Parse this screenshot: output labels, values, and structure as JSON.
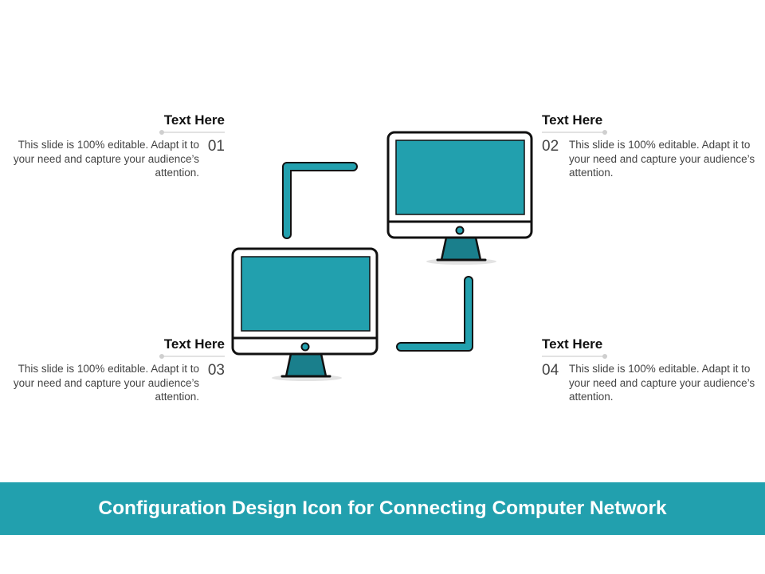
{
  "slide": {
    "title": "Configuration Design Icon for Connecting Computer Network"
  },
  "items": [
    {
      "number": "01",
      "heading": "Text Here",
      "text": "This slide is 100% editable. Adapt it to your need and capture your audience’s attention."
    },
    {
      "number": "02",
      "heading": "Text Here",
      "text": "This slide is 100% editable. Adapt it to your need and capture your audience’s attention."
    },
    {
      "number": "03",
      "heading": "Text Here",
      "text": "This slide is 100% editable. Adapt it to your need and capture your audience’s attention."
    },
    {
      "number": "04",
      "heading": "Text Here",
      "text": "This slide is 100% editable. Adapt it to your need and capture your audience’s attention."
    }
  ],
  "icons": [
    "monitor-icon",
    "monitor-icon",
    "connector-bracket-icon",
    "connector-bracket-icon"
  ],
  "colors": {
    "accent": "#22a0ae",
    "screen": "#22a0ae",
    "stand": "#1a7f8c",
    "outline": "#111111",
    "banner_text": "#ffffff"
  }
}
